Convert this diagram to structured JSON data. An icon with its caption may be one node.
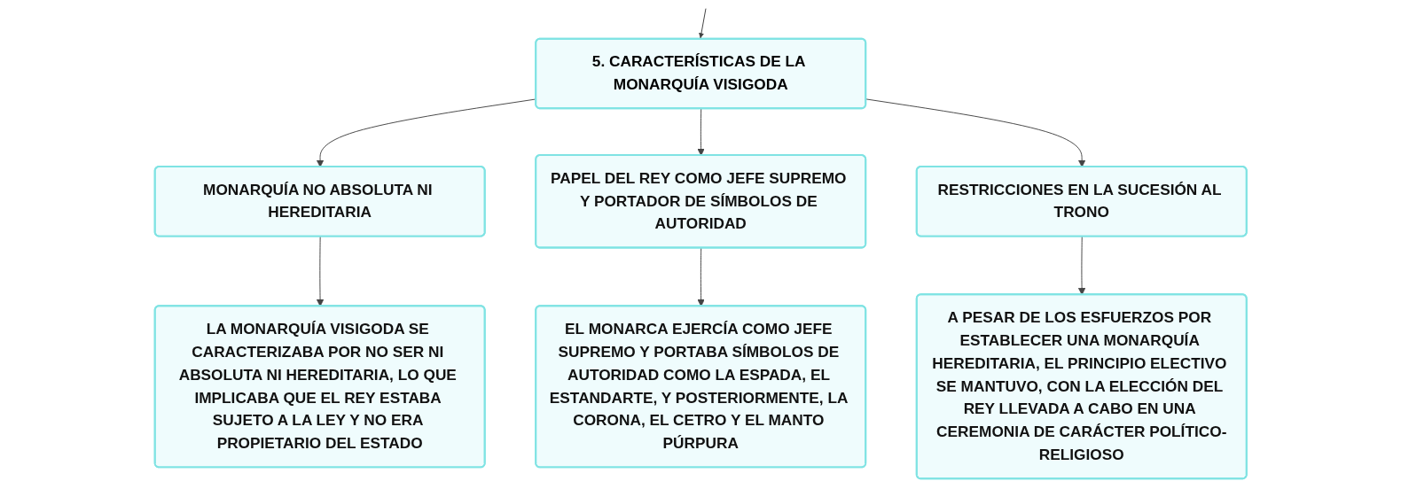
{
  "diagram": {
    "nodes": [
      {
        "text": [
          "5. CARACTERÍSTICAS DE LA MONARQUÍA VISIGODA"
        ]
      },
      {
        "text": [
          "MONARQUÍA NO ABSOLUTA NI HEREDITARIA"
        ]
      },
      {
        "text": [
          "PAPEL DEL REY COMO JEFE SUPREMO Y PORTADOR DE SÍMBOLOS DE AUTORIDAD"
        ]
      },
      {
        "text": [
          "RESTRICCIONES EN LA SUCESIÓN AL TRONO"
        ]
      },
      {
        "text": [
          "LA MONARQUÍA VISIGODA SE CARACTERIZABA POR NO SER NI ABSOLUTA NI HEREDITARIA, LO QUE IMPLICABA QUE EL REY ESTABA SUJETO A LA LEY Y NO ERA PROPIETARIO DEL ESTADO"
        ]
      },
      {
        "text": [
          "EL MONARCA EJERCÍA COMO JEFE SUPREMO Y PORTABA SÍMBOLOS DE AUTORIDAD COMO LA ESPADA, EL ESTANDARTE, Y POSTERIORMENTE, LA CORONA, EL CETRO Y EL MANTO PÚRPURA"
        ]
      },
      {
        "text": [
          "A PESAR DE LOS ESFUERZOS POR ESTABLECER UNA MONARQUÍA HEREDITARIA, EL PRINCIPIO ELECTIVO SE MANTUVO, CON LA ELECCIÓN DEL REY LLEVADA A CABO EN UNA CEREMONIA DE CARÁCTER POLÍTICO-RELIGIOSO"
        ]
      }
    ],
    "edges": [
      {
        "from": null,
        "to": 0,
        "arrow": "to"
      },
      {
        "from": 0,
        "to": 1,
        "arrow": "to"
      },
      {
        "from": 0,
        "to": 2,
        "arrow": "to"
      },
      {
        "from": 0,
        "to": 3,
        "arrow": "to"
      },
      {
        "from": 1,
        "to": 4,
        "arrow": "to"
      },
      {
        "from": 2,
        "to": 5,
        "arrow": "to"
      },
      {
        "from": 3,
        "to": 6,
        "arrow": "to"
      }
    ]
  }
}
